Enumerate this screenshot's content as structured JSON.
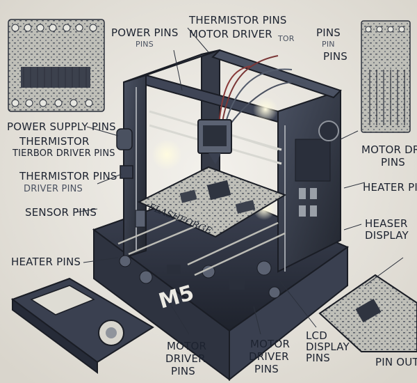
{
  "labels": {
    "power_pins_top": "POWER PINS",
    "pins_top_small": "PINS",
    "thermistor_pins_top": "THERMISTOR PINS",
    "motor_driver_top": "MOTOR DRIVER",
    "tor_top": "TOR",
    "pins_top_right": "PINS",
    "pin_top_right_small": "PIN",
    "pins_top_right_2": "PINS",
    "power_supply_pins": "POWER SUPPLY PINS",
    "thermistor": "THERMISTOR",
    "tierbor_driver_pins": "TIERBOR DRIVER PINS",
    "thermistor_pins_left": "THERMISTOR PINS",
    "driver_pins_left": "DRIVER PINS",
    "sensor_pins": "SENSOR PINS",
    "heater_pins_left": "HEATER PINS",
    "motor_driv_right": "MOTOR DRIV",
    "pins_right_1": "PINS",
    "heater_pins_right": "HEATER PINS",
    "heaser": "HEASER",
    "display_right": "DISPLAY",
    "motor_driver_pins_bottom_1_a": "MOTOR",
    "motor_driver_pins_bottom_1_b": "DRIVER",
    "motor_driver_pins_bottom_1_c": "PINS",
    "motor_driver_pins_bottom_2_a": "MOTOR",
    "motor_driver_pins_bottom_2_b": "DRIVER",
    "motor_driver_pins_bottom_2_c": "PINS",
    "lcd_display_pins_a": "LCD",
    "lcd_display_pins_b": "DISPLAY",
    "lcd_display_pins_c": "PINS",
    "pin_out": "PIN OUT"
  },
  "machine": {
    "brand_board": "FLASHFORGE",
    "model": "M5"
  },
  "colors": {
    "ink": "#1d2330",
    "paper": "#ece9e2",
    "frame": "#3a4050",
    "frame_dark": "#262b38",
    "board": "#c8c8c2",
    "wire_red": "#8a3a3a",
    "glow": "#fff6c8"
  }
}
